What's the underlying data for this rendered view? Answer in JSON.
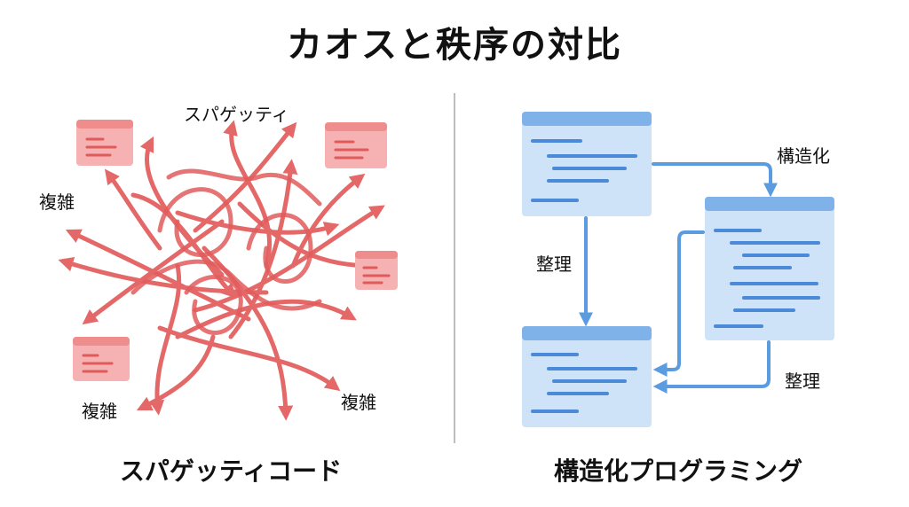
{
  "title": "カオスと秩序の対比",
  "left_panel": {
    "caption": "スパゲッティコード",
    "label_spaghetti": "スパゲッティ",
    "label_complex_tl": "複雑",
    "label_complex_bl": "複雑",
    "label_complex_br": "複雑",
    "colors": {
      "arrow": "#e25c5c",
      "box_top": "#ef8c8c",
      "box_body": "#f6b2b2",
      "box_line": "#e05a5a"
    }
  },
  "right_panel": {
    "caption": "構造化プログラミング",
    "label_structure": "構造化",
    "label_organize_left": "整理",
    "label_organize_right": "整理",
    "colors": {
      "arrow": "#5b9be0",
      "box_top": "#7fb2e8",
      "box_body": "#cfe3f8",
      "box_line": "#4a8ad8"
    }
  }
}
